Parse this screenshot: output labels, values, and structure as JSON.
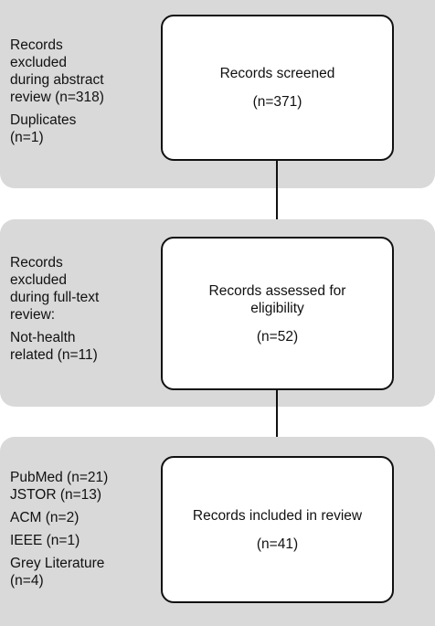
{
  "stages": [
    {
      "box_lines": [
        "Records screened"
      ],
      "box_count": "(n=371)",
      "side_notes": [
        "Records\nexcluded\nduring abstract\nreview (n=318)",
        "Duplicates\n(n=1)"
      ]
    },
    {
      "box_lines": [
        "Records assessed for",
        "eligibility"
      ],
      "box_count": "(n=52)",
      "side_notes": [
        "Records\nexcluded\nduring full-text\nreview:",
        "Not-health\nrelated (n=11)"
      ]
    },
    {
      "box_lines": [
        "Records included in review"
      ],
      "box_count": "(n=41)",
      "side_notes": [
        "PubMed (n=21)\nJSTOR (n=13)",
        "ACM (n=2)",
        "IEEE (n=1)",
        "Grey Literature\n(n=4)"
      ]
    }
  ]
}
